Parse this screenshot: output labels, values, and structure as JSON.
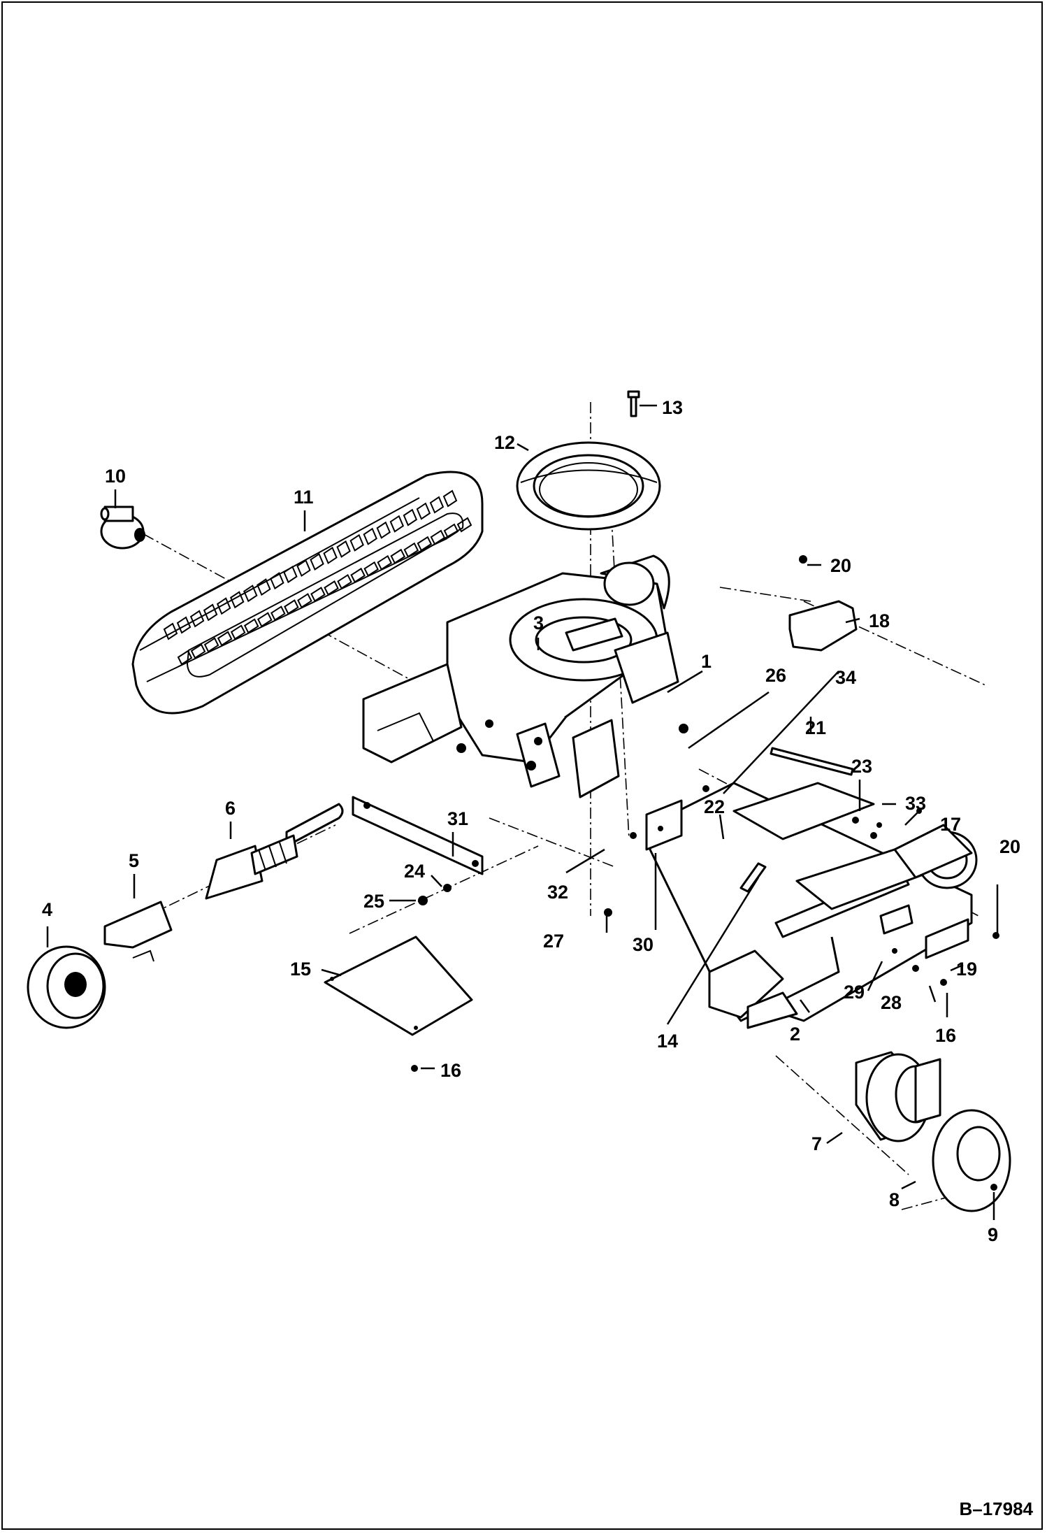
{
  "figure": {
    "id_label": "B–17984"
  },
  "callouts": [
    {
      "number": "1"
    },
    {
      "number": "2"
    },
    {
      "number": "3"
    },
    {
      "number": "4"
    },
    {
      "number": "5"
    },
    {
      "number": "6"
    },
    {
      "number": "7"
    },
    {
      "number": "8"
    },
    {
      "number": "9"
    },
    {
      "number": "10"
    },
    {
      "number": "11"
    },
    {
      "number": "12"
    },
    {
      "number": "13"
    },
    {
      "number": "14"
    },
    {
      "number": "15"
    },
    {
      "number": "16"
    },
    {
      "number": "16"
    },
    {
      "number": "17"
    },
    {
      "number": "18"
    },
    {
      "number": "19"
    },
    {
      "number": "20"
    },
    {
      "number": "20"
    },
    {
      "number": "21"
    },
    {
      "number": "22"
    },
    {
      "number": "23"
    },
    {
      "number": "24"
    },
    {
      "number": "25"
    },
    {
      "number": "26"
    },
    {
      "number": "27"
    },
    {
      "number": "28"
    },
    {
      "number": "29"
    },
    {
      "number": "30"
    },
    {
      "number": "31"
    },
    {
      "number": "32"
    },
    {
      "number": "33"
    },
    {
      "number": "34"
    }
  ]
}
